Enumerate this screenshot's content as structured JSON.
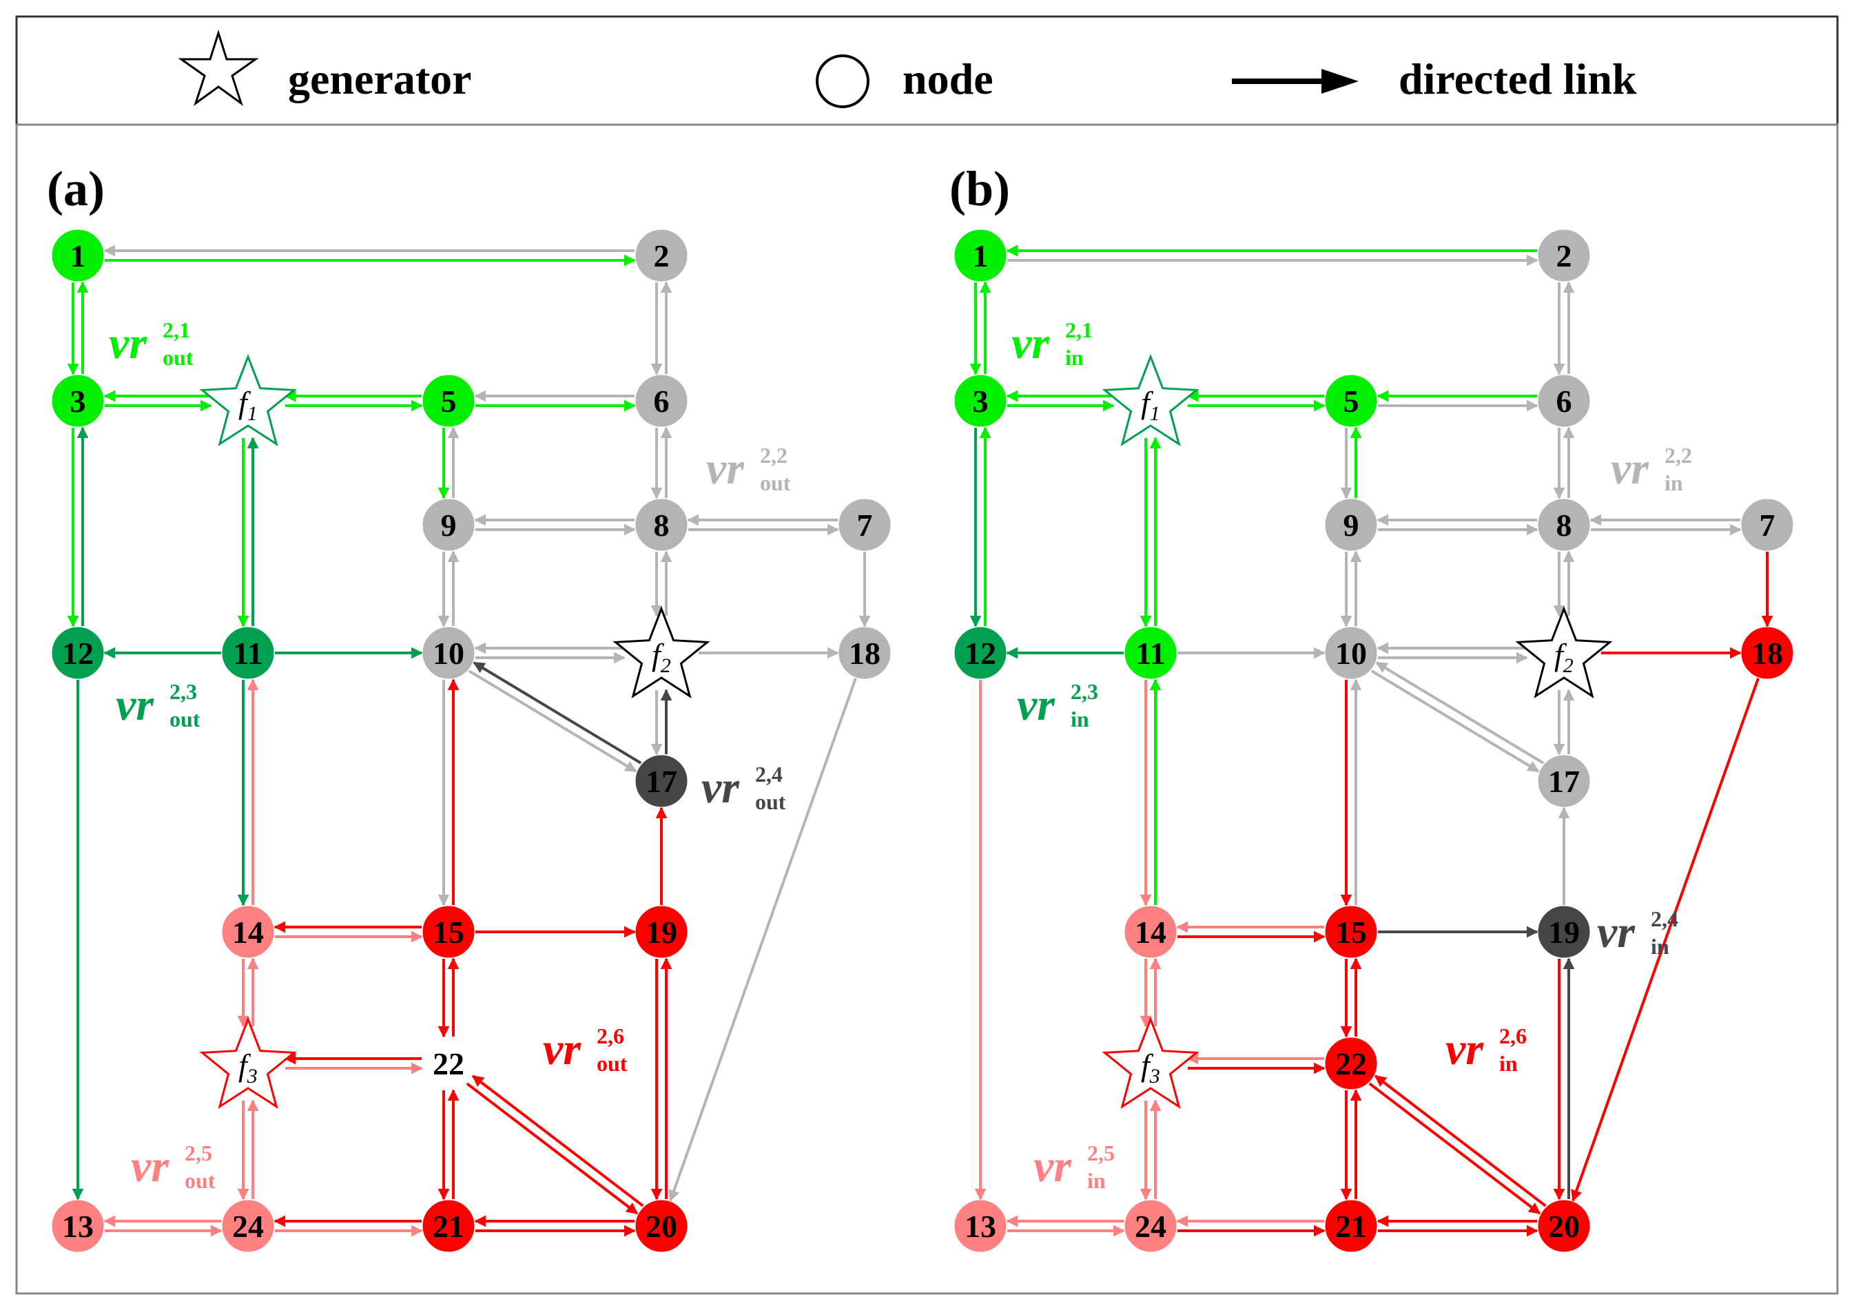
{
  "legend": {
    "generator_label": "generator",
    "node_label": "node",
    "link_label": "directed link",
    "icons": [
      "star-icon",
      "circle-icon",
      "arrow-right-icon"
    ]
  },
  "colors": {
    "green": "#00f000",
    "dark_green": "#00a050",
    "red": "#ff0000",
    "pink": "#ff8080",
    "gray": "#b4b4b4",
    "dark": "#464646",
    "black": "#000000",
    "white": "#ffffff"
  },
  "panels": [
    {
      "label": "(a)",
      "nodes": [
        {
          "id": "1",
          "color": "green"
        },
        {
          "id": "2",
          "color": "gray"
        },
        {
          "id": "3",
          "color": "green"
        },
        {
          "id": "5",
          "color": "green"
        },
        {
          "id": "6",
          "color": "gray"
        },
        {
          "id": "7",
          "color": "gray"
        },
        {
          "id": "8",
          "color": "gray"
        },
        {
          "id": "9",
          "color": "gray"
        },
        {
          "id": "10",
          "color": "gray"
        },
        {
          "id": "11",
          "color": "dark_green"
        },
        {
          "id": "12",
          "color": "dark_green"
        },
        {
          "id": "13",
          "color": "pink"
        },
        {
          "id": "14",
          "color": "pink"
        },
        {
          "id": "15",
          "color": "red"
        },
        {
          "id": "17",
          "color": "dark"
        },
        {
          "id": "18",
          "color": "gray"
        },
        {
          "id": "19",
          "color": "red"
        },
        {
          "id": "20",
          "color": "red"
        },
        {
          "id": "21",
          "color": "red"
        },
        {
          "id": "22",
          "color": "white"
        },
        {
          "id": "24",
          "color": "pink"
        }
      ],
      "generators": [
        {
          "id": "f1",
          "base": "f",
          "sub": "1",
          "color": "dark_green"
        },
        {
          "id": "f2",
          "base": "f",
          "sub": "2",
          "color": "black"
        },
        {
          "id": "f3",
          "base": "f",
          "sub": "3",
          "color": "red"
        }
      ],
      "vr_labels": [
        {
          "key": "vr1",
          "base": "vr",
          "sup": "2,1",
          "sub": "out",
          "color": "green"
        },
        {
          "key": "vr2",
          "base": "vr",
          "sup": "2,2",
          "sub": "out",
          "color": "gray"
        },
        {
          "key": "vr3",
          "base": "vr",
          "sup": "2,3",
          "sub": "out",
          "color": "dark_green"
        },
        {
          "key": "vr4",
          "base": "vr",
          "sup": "2,4",
          "sub": "out",
          "color": "dark"
        },
        {
          "key": "vr5",
          "base": "vr",
          "sup": "2,5",
          "sub": "out",
          "color": "pink"
        },
        {
          "key": "vr6",
          "base": "vr",
          "sup": "2,6",
          "sub": "out",
          "color": "red"
        }
      ],
      "links": [
        [
          "2",
          "1",
          "gray"
        ],
        [
          "1",
          "2",
          "green"
        ],
        [
          "1",
          "3",
          "green"
        ],
        [
          "3",
          "1",
          "green"
        ],
        [
          "f1",
          "3",
          "green"
        ],
        [
          "3",
          "f1",
          "green"
        ],
        [
          "5",
          "f1",
          "green"
        ],
        [
          "f1",
          "5",
          "green"
        ],
        [
          "6",
          "5",
          "gray"
        ],
        [
          "5",
          "6",
          "green"
        ],
        [
          "2",
          "6",
          "gray"
        ],
        [
          "6",
          "2",
          "gray"
        ],
        [
          "6",
          "8",
          "gray"
        ],
        [
          "8",
          "6",
          "gray"
        ],
        [
          "5",
          "9",
          "green"
        ],
        [
          "9",
          "5",
          "gray"
        ],
        [
          "8",
          "9",
          "gray"
        ],
        [
          "9",
          "8",
          "gray"
        ],
        [
          "8",
          "7",
          "gray"
        ],
        [
          "7",
          "8",
          "gray"
        ],
        [
          "9",
          "10",
          "gray"
        ],
        [
          "10",
          "9",
          "gray"
        ],
        [
          "3",
          "12",
          "green"
        ],
        [
          "12",
          "3",
          "dark_green"
        ],
        [
          "f1",
          "11",
          "green"
        ],
        [
          "11",
          "f1",
          "dark_green"
        ],
        [
          "11",
          "12",
          "dark_green"
        ],
        [
          "11",
          "10",
          "dark_green"
        ],
        [
          "f2",
          "10",
          "gray"
        ],
        [
          "10",
          "f2",
          "gray"
        ],
        [
          "8",
          "f2",
          "gray"
        ],
        [
          "f2",
          "8",
          "gray"
        ],
        [
          "f2",
          "18",
          "gray"
        ],
        [
          "7",
          "18",
          "gray"
        ],
        [
          "17",
          "10",
          "dark"
        ],
        [
          "10",
          "17",
          "gray"
        ],
        [
          "17",
          "f2",
          "dark"
        ],
        [
          "f2",
          "17",
          "gray"
        ],
        [
          "12",
          "13",
          "dark_green"
        ],
        [
          "11",
          "14",
          "dark_green"
        ],
        [
          "14",
          "11",
          "pink"
        ],
        [
          "15",
          "10",
          "red"
        ],
        [
          "10",
          "15",
          "gray"
        ],
        [
          "14",
          "15",
          "pink"
        ],
        [
          "15",
          "14",
          "red"
        ],
        [
          "15",
          "19",
          "red"
        ],
        [
          "19",
          "17",
          "red"
        ],
        [
          "18",
          "20",
          "gray"
        ],
        [
          "14",
          "f3",
          "pink"
        ],
        [
          "f3",
          "14",
          "pink"
        ],
        [
          "15",
          "22",
          "red"
        ],
        [
          "22",
          "15",
          "red"
        ],
        [
          "f3",
          "22",
          "pink"
        ],
        [
          "22",
          "f3",
          "red"
        ],
        [
          "19",
          "20",
          "red"
        ],
        [
          "20",
          "19",
          "red"
        ],
        [
          "22",
          "21",
          "red"
        ],
        [
          "21",
          "22",
          "red"
        ],
        [
          "22",
          "20",
          "red"
        ],
        [
          "20",
          "22",
          "red"
        ],
        [
          "f3",
          "24",
          "pink"
        ],
        [
          "24",
          "f3",
          "pink"
        ],
        [
          "13",
          "24",
          "pink"
        ],
        [
          "24",
          "13",
          "pink"
        ],
        [
          "21",
          "24",
          "red"
        ],
        [
          "24",
          "21",
          "pink"
        ],
        [
          "20",
          "21",
          "red"
        ],
        [
          "21",
          "20",
          "red"
        ]
      ]
    },
    {
      "label": "(b)",
      "nodes": [
        {
          "id": "1",
          "color": "green"
        },
        {
          "id": "2",
          "color": "gray"
        },
        {
          "id": "3",
          "color": "green"
        },
        {
          "id": "5",
          "color": "green"
        },
        {
          "id": "6",
          "color": "gray"
        },
        {
          "id": "7",
          "color": "gray"
        },
        {
          "id": "8",
          "color": "gray"
        },
        {
          "id": "9",
          "color": "gray"
        },
        {
          "id": "10",
          "color": "gray"
        },
        {
          "id": "11",
          "color": "green"
        },
        {
          "id": "12",
          "color": "dark_green"
        },
        {
          "id": "13",
          "color": "pink"
        },
        {
          "id": "14",
          "color": "pink"
        },
        {
          "id": "15",
          "color": "red"
        },
        {
          "id": "17",
          "color": "gray"
        },
        {
          "id": "18",
          "color": "red"
        },
        {
          "id": "19",
          "color": "dark"
        },
        {
          "id": "20",
          "color": "red"
        },
        {
          "id": "21",
          "color": "red"
        },
        {
          "id": "22",
          "color": "red"
        },
        {
          "id": "24",
          "color": "pink"
        }
      ],
      "generators": [
        {
          "id": "f1",
          "base": "f",
          "sub": "1",
          "color": "dark_green"
        },
        {
          "id": "f2",
          "base": "f",
          "sub": "2",
          "color": "black"
        },
        {
          "id": "f3",
          "base": "f",
          "sub": "3",
          "color": "red"
        }
      ],
      "vr_labels": [
        {
          "key": "vr1",
          "base": "vr",
          "sup": "2,1",
          "sub": "in",
          "color": "green"
        },
        {
          "key": "vr2",
          "base": "vr",
          "sup": "2,2",
          "sub": "in",
          "color": "gray"
        },
        {
          "key": "vr3",
          "base": "vr",
          "sup": "2,3",
          "sub": "in",
          "color": "dark_green"
        },
        {
          "key": "vr4",
          "base": "vr",
          "sup": "2,4",
          "sub": "in",
          "color": "dark"
        },
        {
          "key": "vr5",
          "base": "vr",
          "sup": "2,5",
          "sub": "in",
          "color": "pink"
        },
        {
          "key": "vr6",
          "base": "vr",
          "sup": "2,6",
          "sub": "in",
          "color": "red"
        }
      ],
      "links": [
        [
          "2",
          "1",
          "green"
        ],
        [
          "1",
          "2",
          "gray"
        ],
        [
          "1",
          "3",
          "green"
        ],
        [
          "3",
          "1",
          "green"
        ],
        [
          "f1",
          "3",
          "green"
        ],
        [
          "3",
          "f1",
          "green"
        ],
        [
          "f1",
          "5",
          "green"
        ],
        [
          "5",
          "f1",
          "green"
        ],
        [
          "6",
          "5",
          "green"
        ],
        [
          "5",
          "6",
          "gray"
        ],
        [
          "2",
          "6",
          "gray"
        ],
        [
          "6",
          "2",
          "gray"
        ],
        [
          "6",
          "8",
          "gray"
        ],
        [
          "8",
          "6",
          "gray"
        ],
        [
          "5",
          "9",
          "gray"
        ],
        [
          "9",
          "5",
          "green"
        ],
        [
          "8",
          "9",
          "gray"
        ],
        [
          "9",
          "8",
          "gray"
        ],
        [
          "8",
          "7",
          "gray"
        ],
        [
          "7",
          "8",
          "gray"
        ],
        [
          "9",
          "10",
          "gray"
        ],
        [
          "10",
          "9",
          "gray"
        ],
        [
          "3",
          "12",
          "dark_green"
        ],
        [
          "12",
          "3",
          "green"
        ],
        [
          "f1",
          "11",
          "green"
        ],
        [
          "11",
          "f1",
          "green"
        ],
        [
          "11",
          "12",
          "dark_green"
        ],
        [
          "11",
          "10",
          "gray"
        ],
        [
          "f2",
          "10",
          "gray"
        ],
        [
          "10",
          "f2",
          "gray"
        ],
        [
          "8",
          "f2",
          "gray"
        ],
        [
          "f2",
          "8",
          "gray"
        ],
        [
          "f2",
          "18",
          "red"
        ],
        [
          "7",
          "18",
          "red"
        ],
        [
          "17",
          "10",
          "gray"
        ],
        [
          "10",
          "17",
          "gray"
        ],
        [
          "17",
          "f2",
          "gray"
        ],
        [
          "f2",
          "17",
          "gray"
        ],
        [
          "12",
          "13",
          "pink"
        ],
        [
          "11",
          "14",
          "pink"
        ],
        [
          "14",
          "11",
          "green"
        ],
        [
          "10",
          "15",
          "red"
        ],
        [
          "15",
          "10",
          "gray"
        ],
        [
          "14",
          "15",
          "red"
        ],
        [
          "15",
          "14",
          "pink"
        ],
        [
          "15",
          "19",
          "dark"
        ],
        [
          "19",
          "17",
          "gray"
        ],
        [
          "18",
          "20",
          "red"
        ],
        [
          "14",
          "f3",
          "pink"
        ],
        [
          "f3",
          "14",
          "pink"
        ],
        [
          "15",
          "22",
          "red"
        ],
        [
          "22",
          "15",
          "red"
        ],
        [
          "f3",
          "22",
          "red"
        ],
        [
          "22",
          "f3",
          "pink"
        ],
        [
          "19",
          "20",
          "red"
        ],
        [
          "20",
          "19",
          "dark"
        ],
        [
          "22",
          "21",
          "red"
        ],
        [
          "21",
          "22",
          "red"
        ],
        [
          "22",
          "20",
          "red"
        ],
        [
          "20",
          "22",
          "red"
        ],
        [
          "f3",
          "24",
          "pink"
        ],
        [
          "24",
          "f3",
          "pink"
        ],
        [
          "13",
          "24",
          "pink"
        ],
        [
          "24",
          "13",
          "pink"
        ],
        [
          "21",
          "24",
          "pink"
        ],
        [
          "24",
          "21",
          "red"
        ],
        [
          "20",
          "21",
          "red"
        ],
        [
          "21",
          "20",
          "red"
        ]
      ]
    }
  ]
}
